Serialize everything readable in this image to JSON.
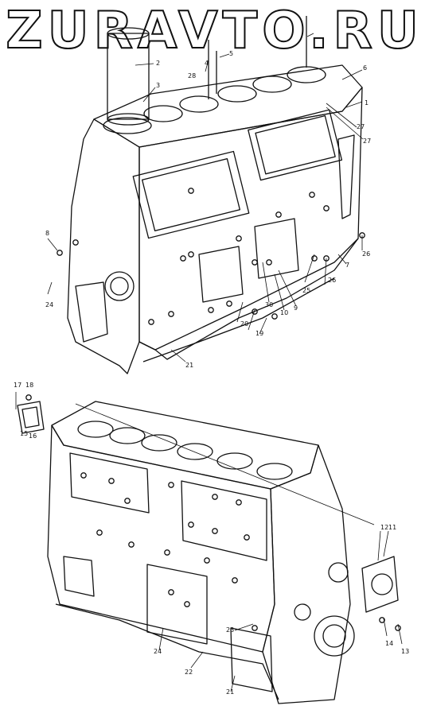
{
  "watermark": "ZURAVTO.RU",
  "callouts_upper": [
    "1",
    "2",
    "3",
    "4",
    "5",
    "6",
    "7",
    "8",
    "9",
    "10",
    "19",
    "20",
    "21",
    "24",
    "25",
    "26",
    "26",
    "27",
    "27",
    "28",
    "30"
  ],
  "callouts_lower": [
    "11",
    "12",
    "13",
    "14",
    "15",
    "16",
    "17",
    "18",
    "21",
    "22",
    "23",
    "24"
  ],
  "colors": {
    "line": "#111111",
    "paper": "#ffffff"
  }
}
